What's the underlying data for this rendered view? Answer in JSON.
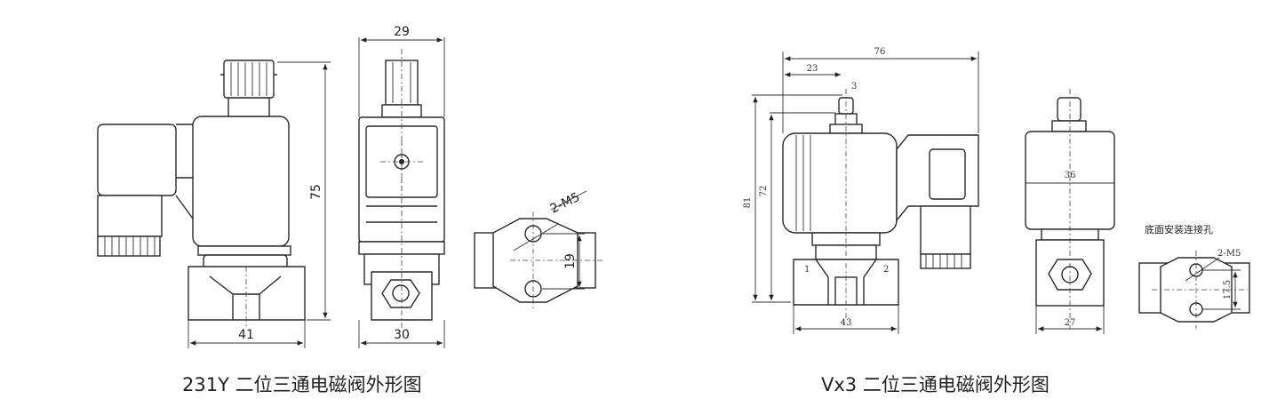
{
  "left_figure": {
    "caption": "231Y 二位三通电磁阀外形图",
    "dims": {
      "top_width": "29",
      "height": "75",
      "base_left": "41",
      "base_right": "30",
      "mount_hole": "2-M5",
      "hole_spacing": "19"
    }
  },
  "right_figure": {
    "caption": "Vx3 二位三通电磁阀外形图",
    "dims": {
      "overall_width": "76",
      "offset": "23",
      "height_total": "81",
      "height_inner": "72",
      "nut": "3",
      "coil_width": "36",
      "base_left": "43",
      "base_right": "27",
      "port_in": "1",
      "port_out": "2",
      "mount_hole": "2-M5",
      "hole_spacing": "17.5"
    },
    "bottom_note": "底面安装连接孔"
  }
}
